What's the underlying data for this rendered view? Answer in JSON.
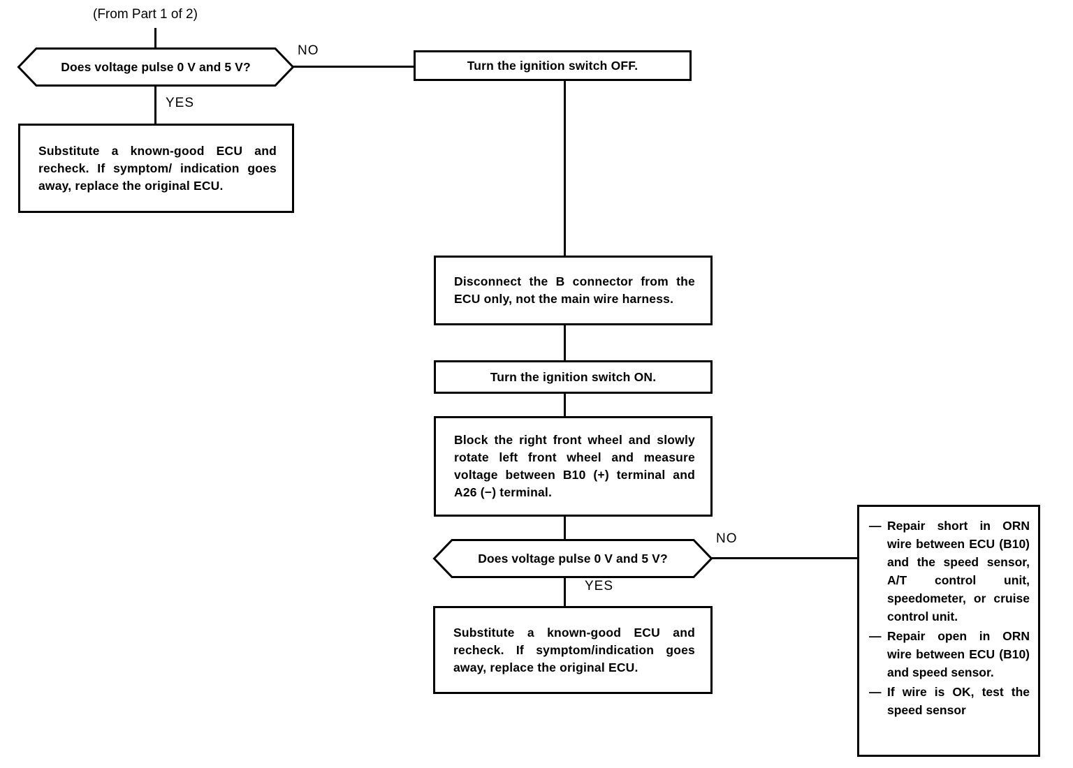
{
  "diagram": {
    "title_note": "(From Part 1 of 2)",
    "branch_labels": {
      "no": "NO",
      "yes": "YES"
    },
    "decision_1": {
      "text": "Does voltage pulse 0 V and 5 V?",
      "yes_label": "YES",
      "no_label": "NO"
    },
    "decision_2": {
      "text": "Does voltage pulse 0 V and 5 V?",
      "yes_label": "YES",
      "no_label": "NO"
    },
    "box_substitute_left": {
      "text": "Substitute a known-good ECU and recheck. If symptom/ indication goes away, replace the original ECU."
    },
    "box_ignition_off": {
      "text": "Turn the ignition switch OFF."
    },
    "box_disconnect": {
      "text": "Disconnect the B connector from the ECU only, not the main wire harness."
    },
    "box_ignition_on": {
      "text": "Turn the ignition switch ON."
    },
    "box_block_wheel": {
      "text": "Block the right front wheel and slowly rotate left front wheel and measure voltage between B10 (+) terminal and A26 (−) terminal."
    },
    "box_substitute_bottom": {
      "text": "Substitute a known-good ECU and recheck. If symptom/indication goes away, replace the original ECU."
    },
    "box_repair": {
      "bullets": [
        {
          "dash": "—",
          "text": "Repair short in ORN wire between ECU (B10) and the speed sensor, A/T control unit, speedometer, or cruise control unit."
        },
        {
          "dash": "—",
          "text": "Repair open in ORN wire between ECU (B10) and speed sensor."
        },
        {
          "dash": "—",
          "text": "If wire is OK, test the speed sensor"
        }
      ]
    },
    "colors": {
      "line": "#000000",
      "background": "#ffffff",
      "text": "#000000"
    }
  }
}
